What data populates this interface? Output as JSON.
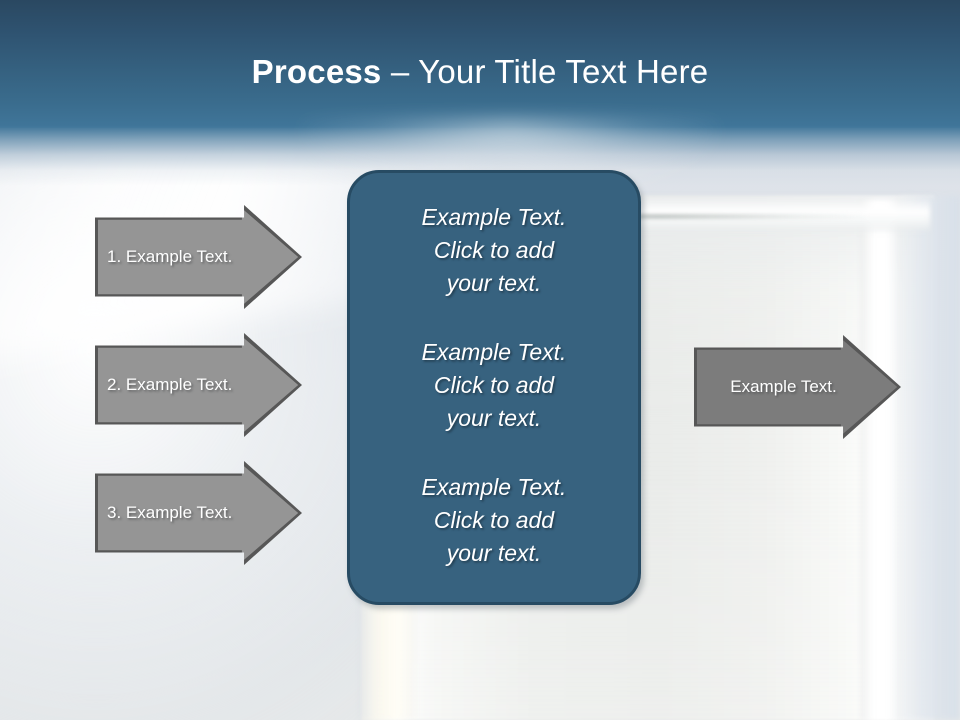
{
  "slide": {
    "title_strong": "Process",
    "title_rest": " – Your Title Text Here",
    "background_description": "blurred photo of a glass of milk",
    "colors": {
      "header_top": "#2a4861",
      "header_bottom": "#40769a",
      "panel_fill": "#37627f",
      "panel_border": "#274b63",
      "arrow_fill": "#959595",
      "arrow_border": "#575757",
      "arrow_right_fill": "#7c7c7c",
      "arrow_right_border": "#3e3e3e",
      "text_light": "#ffffff"
    }
  },
  "left_arrows": [
    {
      "label": "1. Example Text."
    },
    {
      "label": "2. Example Text."
    },
    {
      "label": "3. Example Text."
    }
  ],
  "center_panel": {
    "blocks": [
      {
        "line1": "Example Text.",
        "line2": "Click  to add",
        "line3": "your text."
      },
      {
        "line1": "Example Text.",
        "line2": "Click  to add",
        "line3": "your text."
      },
      {
        "line1": "Example Text.",
        "line2": "Click  to add",
        "line3": "your text."
      }
    ]
  },
  "right_arrow": {
    "label": "Example Text."
  }
}
